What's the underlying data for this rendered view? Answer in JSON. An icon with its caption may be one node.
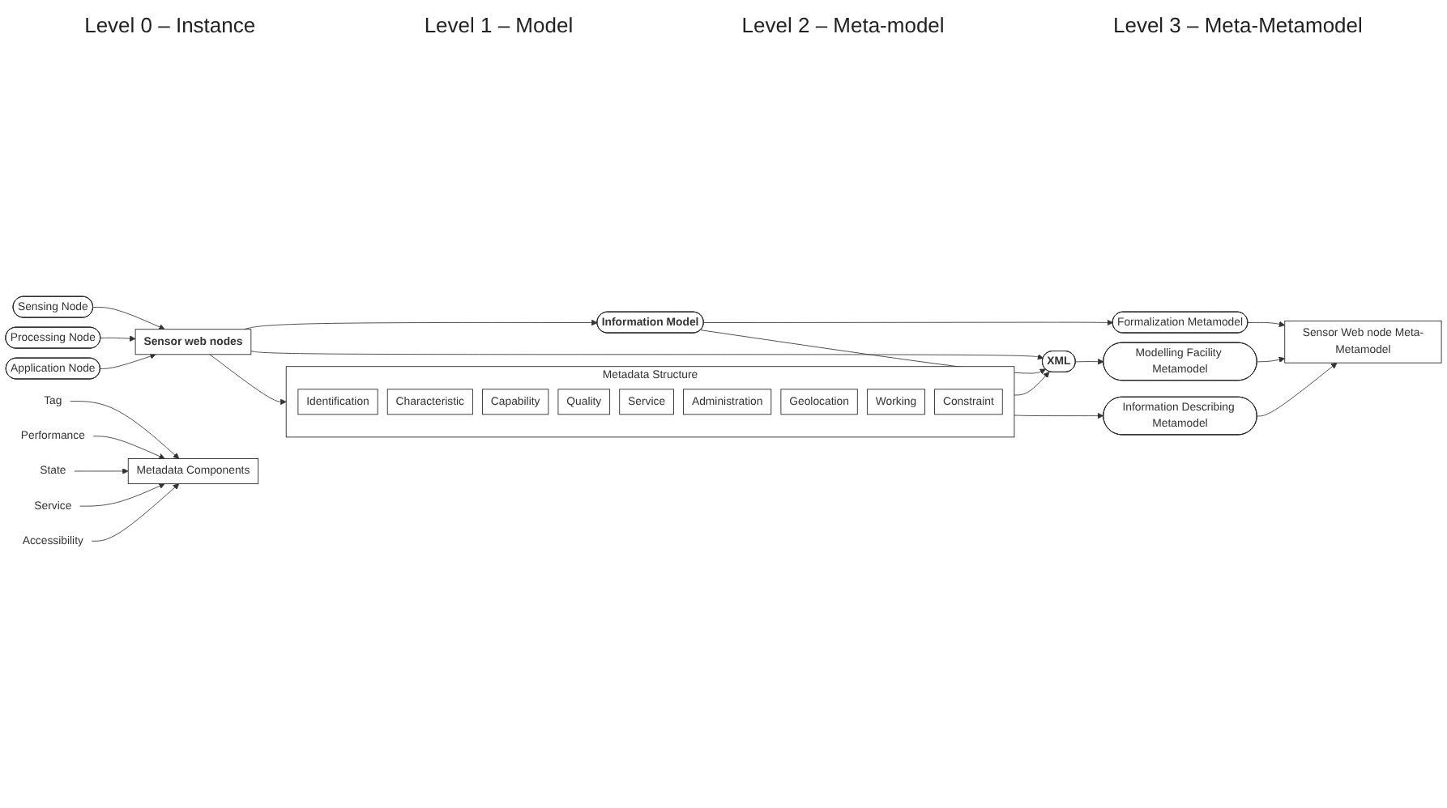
{
  "diagram": {
    "nodes": [
      {
        "text": [
          "Sensing Node"
        ]
      },
      {
        "text": [
          "Processing Node"
        ]
      },
      {
        "text": [
          "Application Node"
        ]
      },
      {
        "text": [
          "Sensor web nodes"
        ]
      },
      {
        "text": [
          "Information Model"
        ]
      },
      {
        "text": [
          "XML"
        ]
      },
      {
        "text": [
          "Metadata Structure"
        ]
      },
      {
        "text": [
          "Identification"
        ],
        "in": 6
      },
      {
        "text": [
          "Characteristic"
        ],
        "in": 6
      },
      {
        "text": [
          "Capability"
        ],
        "in": 6
      },
      {
        "text": [
          "Quality"
        ],
        "in": 6
      },
      {
        "text": [
          "Service"
        ],
        "in": 6
      },
      {
        "text": [
          "Administration"
        ],
        "in": 6
      },
      {
        "text": [
          "Geolocation"
        ],
        "in": 6
      },
      {
        "text": [
          "Working"
        ],
        "in": 6
      },
      {
        "text": [
          "Constraint"
        ],
        "in": 6
      },
      {
        "text": [
          "Formalization Metamodel"
        ]
      },
      {
        "text": [
          "Modelling Facility Metamodel"
        ]
      },
      {
        "text": [
          "Information Describing Metamodel"
        ]
      },
      {
        "text": [
          "Metadata Components"
        ]
      },
      {
        "text": [
          "Tag"
        ]
      },
      {
        "text": [
          "Performance"
        ]
      },
      {
        "text": [
          "State"
        ]
      },
      {
        "text": [
          "Service"
        ]
      },
      {
        "text": [
          "Accessibility"
        ]
      },
      {
        "text": [
          "Sensor Web node Meta-Metamodel"
        ]
      }
    ],
    "edges": [
      {
        "from": 0,
        "to": 3,
        "arrow": "to"
      },
      {
        "from": 1,
        "to": 3,
        "arrow": "to"
      },
      {
        "from": 2,
        "to": 3,
        "arrow": "to"
      },
      {
        "from": 3,
        "to": 4,
        "arrow": "to"
      },
      {
        "from": 3,
        "to": 5,
        "arrow": "to"
      },
      {
        "from": 3,
        "to": 6,
        "arrow": "to"
      },
      {
        "from": 4,
        "to": 5,
        "arrow": "to"
      },
      {
        "from": 6,
        "to": 5,
        "arrow": "to"
      },
      {
        "from": 4,
        "to": 16,
        "arrow": "to"
      },
      {
        "from": 5,
        "to": 17,
        "arrow": "to"
      },
      {
        "from": 6,
        "to": 18,
        "arrow": "to"
      },
      {
        "from": 16,
        "to": 25,
        "arrow": "to"
      },
      {
        "from": 17,
        "to": 25,
        "arrow": "to"
      },
      {
        "from": 18,
        "to": 25,
        "arrow": "to"
      },
      {
        "from": 20,
        "to": 19,
        "arrow": "to"
      },
      {
        "from": 21,
        "to": 19,
        "arrow": "to"
      },
      {
        "from": 22,
        "to": 19,
        "arrow": "to"
      },
      {
        "from": 23,
        "to": 19,
        "arrow": "to"
      },
      {
        "from": 24,
        "to": 19,
        "arrow": "to"
      }
    ],
    "labels": [
      "Level 0 – Instance",
      "Level 1 – Model",
      "Level 2 – Meta-model",
      "Level 3 – Meta-Metamodel"
    ]
  }
}
